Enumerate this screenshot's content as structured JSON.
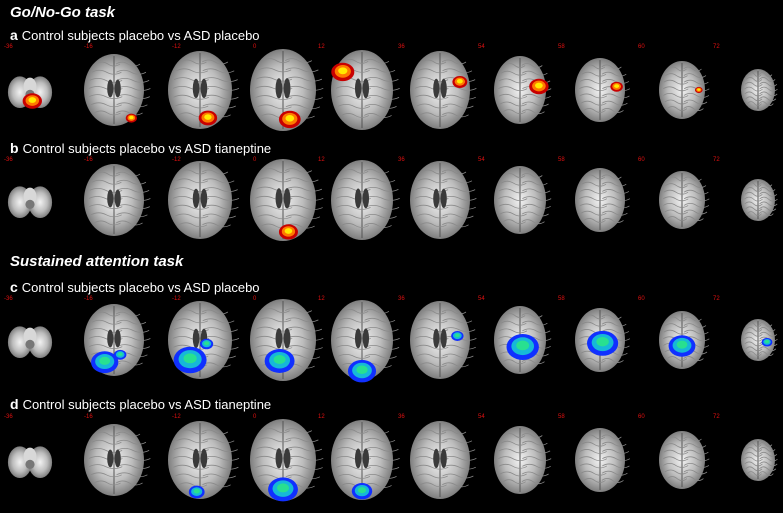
{
  "tasks": [
    {
      "title": "Go/No-Go task",
      "panels": [
        {
          "letter": "a",
          "label": "Control subjects placebo vs ASD placebo",
          "activation": "warm",
          "blobs": {
            "1": [
              [
                0.55,
                0.75,
                0.22
              ]
            ],
            "2": [
              [
                0.78,
                0.88,
                0.09
              ]
            ],
            "3": [
              [
                0.62,
                0.85,
                0.14
              ]
            ],
            "4": [
              [
                0.6,
                0.85,
                0.16
              ]
            ],
            "5": [
              [
                0.2,
                0.28,
                0.18
              ]
            ],
            "6": [
              [
                0.82,
                0.4,
                0.12
              ]
            ],
            "7": [
              [
                0.85,
                0.45,
                0.18
              ]
            ],
            "8": [
              [
                0.82,
                0.45,
                0.12
              ]
            ],
            "9": [
              [
                0.85,
                0.5,
                0.08
              ]
            ]
          }
        },
        {
          "letter": "b",
          "label": "Control subjects placebo vs ASD tianeptine",
          "activation": "warm",
          "blobs": {
            "4": [
              [
                0.58,
                0.88,
                0.14
              ]
            ]
          }
        }
      ]
    },
    {
      "title": "Sustained attention task",
      "panels": [
        {
          "letter": "c",
          "label": "Control subjects placebo vs ASD placebo",
          "activation": "cool",
          "blobs": {
            "2": [
              [
                0.35,
                0.8,
                0.22
              ],
              [
                0.6,
                0.7,
                0.1
              ]
            ],
            "3": [
              [
                0.35,
                0.75,
                0.25
              ],
              [
                0.6,
                0.55,
                0.1
              ]
            ],
            "4": [
              [
                0.45,
                0.75,
                0.22
              ]
            ],
            "5": [
              [
                0.5,
                0.88,
                0.22
              ]
            ],
            "6": [
              [
                0.78,
                0.45,
                0.1
              ]
            ],
            "7": [
              [
                0.55,
                0.6,
                0.3
              ]
            ],
            "8": [
              [
                0.55,
                0.55,
                0.3
              ]
            ],
            "9": [
              [
                0.5,
                0.6,
                0.28
              ]
            ],
            "10": [
              [
                0.75,
                0.55,
                0.15
              ]
            ]
          }
        },
        {
          "letter": "d",
          "label": "Control subjects placebo vs ASD tianeptine",
          "activation": "cool",
          "blobs": {
            "3": [
              [
                0.45,
                0.9,
                0.12
              ]
            ],
            "4": [
              [
                0.5,
                0.85,
                0.22
              ]
            ],
            "5": [
              [
                0.5,
                0.88,
                0.16
              ]
            ]
          }
        }
      ]
    }
  ],
  "slice_levels": [
    "-36",
    "-16",
    "-12",
    "0",
    "12",
    "36",
    "54",
    "58",
    "60",
    "72"
  ],
  "colors": {
    "background": "#000000",
    "slice_label": "#e01010",
    "warm": [
      "#c80000",
      "#ff7a00",
      "#ffea00"
    ],
    "cool": [
      "#1030ff",
      "#16b8d8",
      "#28e090"
    ]
  }
}
